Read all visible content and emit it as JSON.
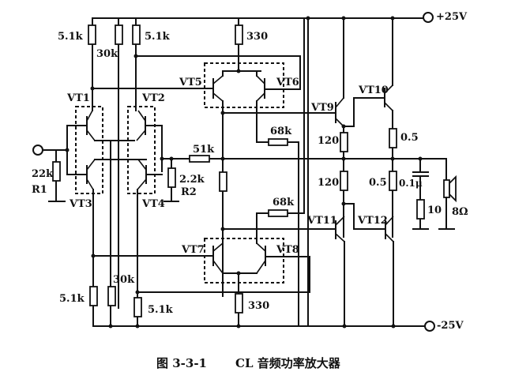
{
  "title": "CL 音频功率放大器",
  "caption": {
    "figure_label": "图 3-3-1",
    "text": "CL 音频功率放大器"
  },
  "supply": {
    "positive": "+25V",
    "negative": "-25V"
  },
  "transistors": {
    "vt1": "VT1",
    "vt2": "VT2",
    "vt3": "VT3",
    "vt4": "VT4",
    "vt5": "VT5",
    "vt6": "VT6",
    "vt7": "VT7",
    "vt8": "VT8",
    "vt9": "VT9",
    "vt10": "VT10",
    "vt11": "VT11",
    "vt12": "VT12"
  },
  "resistors": {
    "r_top_left_collector": "5.1k",
    "r_top_bias": "30k",
    "r_top_right_collector": "5.1k",
    "r_top_tail": "330",
    "r_input": "22k",
    "r_input_name": "R1",
    "r_feedback": "51k",
    "r_shunt": "2.2k",
    "r_shunt_name": "R2",
    "r_upper_68k": "68k",
    "r_lower_68k": "68k",
    "r_vt9_emitter": "120",
    "r_vt11_collector": "120",
    "r_vt10_emitter": "0.5",
    "r_vt12_emitter": "0.5",
    "r_zobel": "10",
    "r_bot_left_collector": "5.1k",
    "r_bot_bias": "30k",
    "r_bot_right_collector": "5.1k",
    "r_bot_tail": "330"
  },
  "capacitors": {
    "c_zobel": "0.1μ"
  },
  "load": {
    "speaker": "8Ω"
  }
}
